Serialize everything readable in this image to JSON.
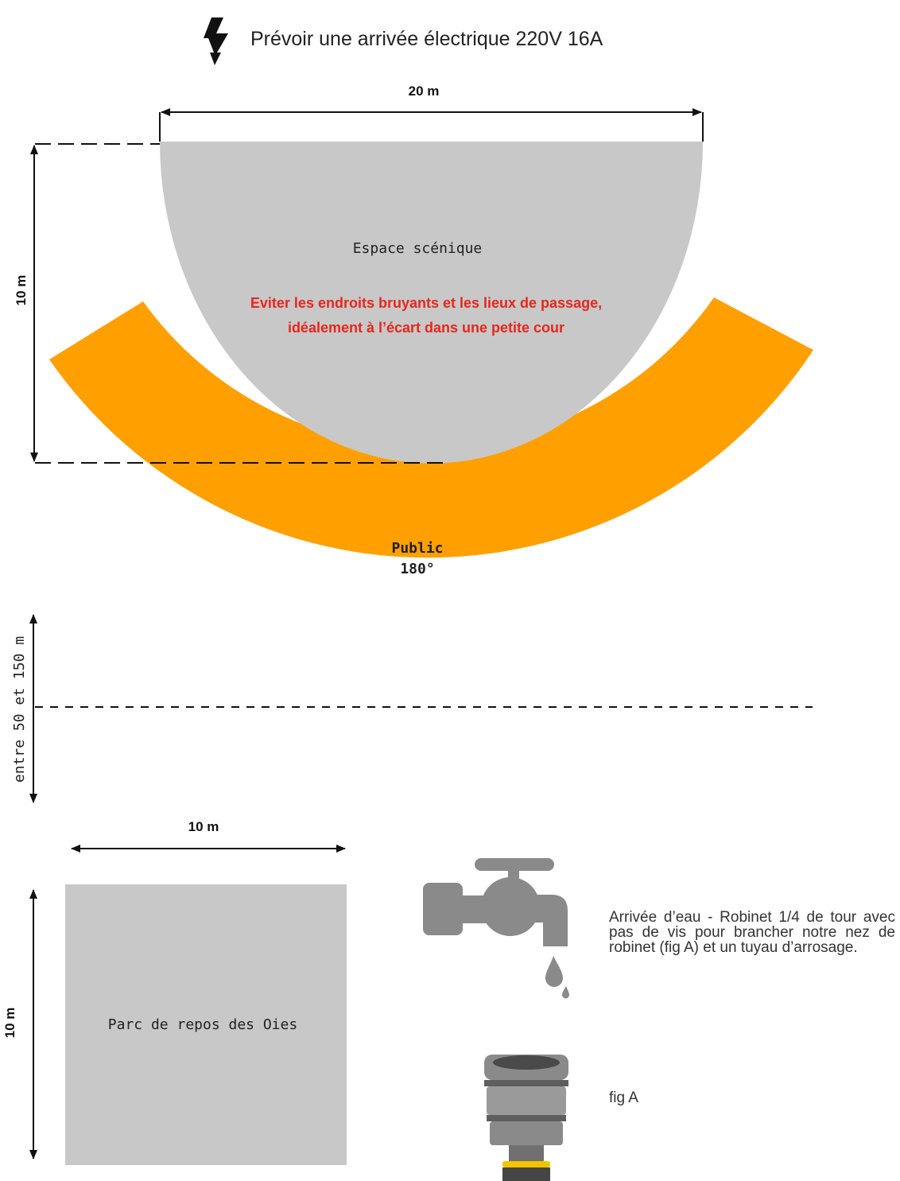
{
  "header": {
    "icon": "lightning-icon",
    "text": "Prévoir une arrivée électrique 220V 16A"
  },
  "stage": {
    "width_label": "20 m",
    "depth_label": "10 m",
    "title": "Espace scénique",
    "warning_line1": "Eviter les endroits bruyants et les lieux de passage,",
    "warning_line2": "idéalement à l’écart dans une petite cour",
    "fill_color": "#c8c8c8",
    "warning_color": "#e8261c"
  },
  "audience": {
    "label_line1": "Public",
    "label_line2": "180°",
    "fill_color": "#ffa000"
  },
  "distance": {
    "label": "entre 50 et 150 m"
  },
  "rest_area": {
    "width_label": "10 m",
    "height_label": "10 m",
    "title": "Parc de repos des Oies",
    "fill_color": "#c8c8c8"
  },
  "water": {
    "icon": "water-tap-icon",
    "note": "Arrivée d’eau - Robinet 1/4 de tour avec pas de vis pour brancher notre nez de robinet (fig A) et un tuyau d’arrosage."
  },
  "fig_a": {
    "icon": "tap-connector-icon",
    "label": "fig A"
  }
}
